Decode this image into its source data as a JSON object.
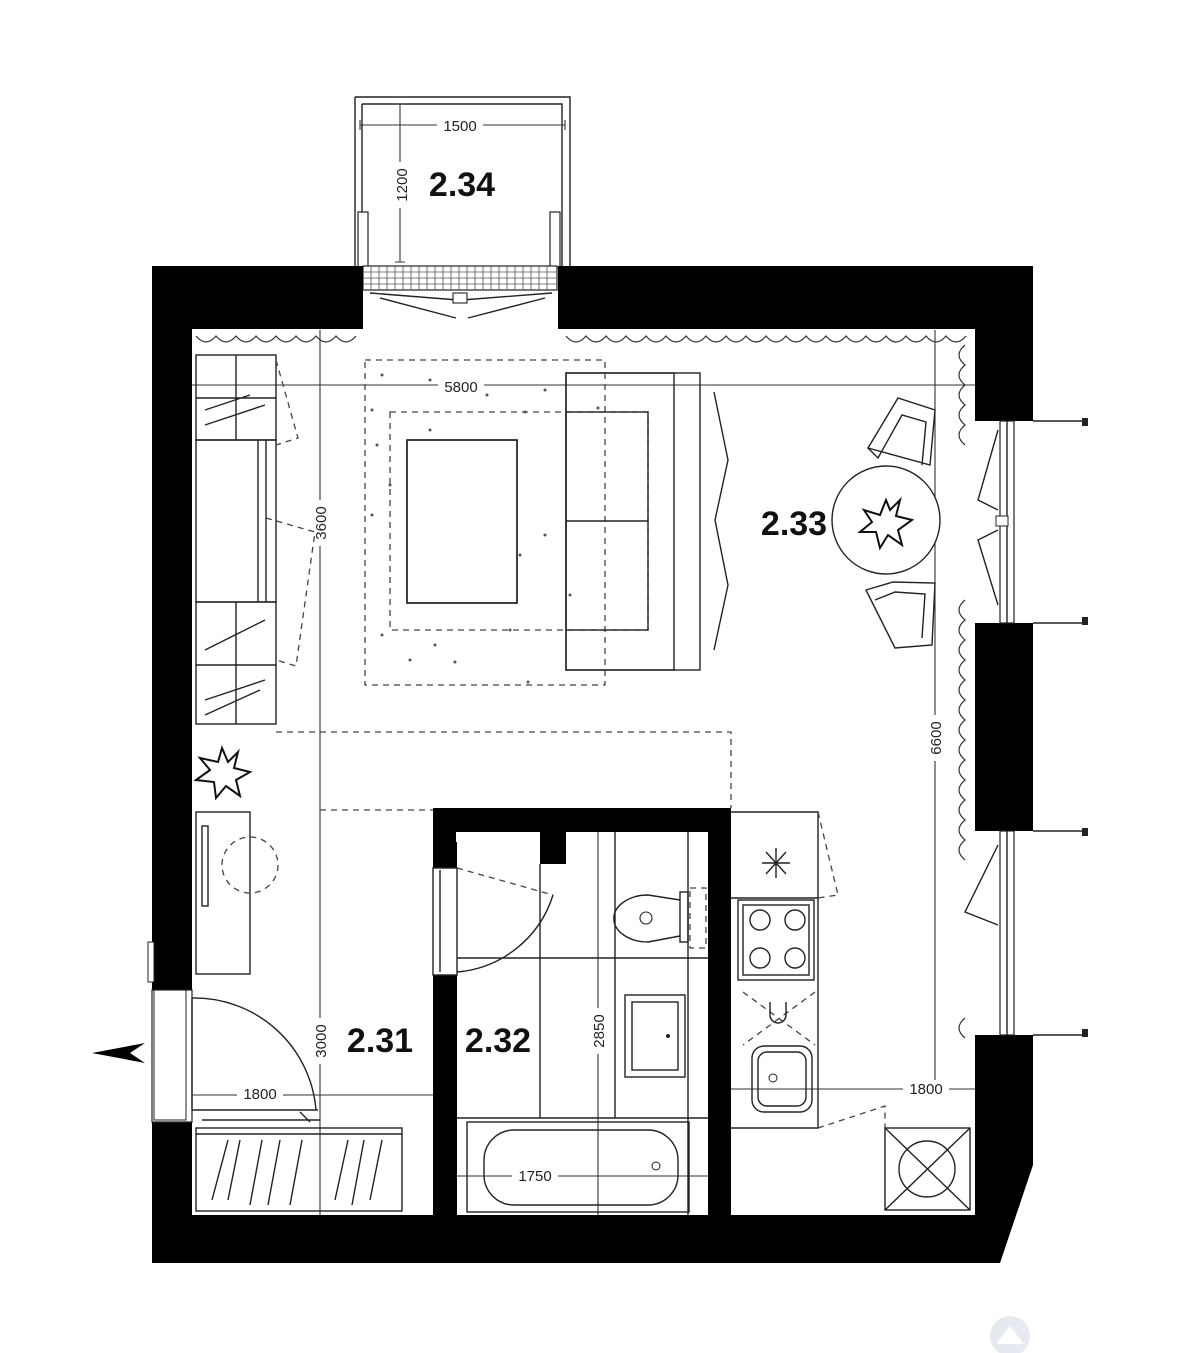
{
  "rooms": {
    "balcony": "2.34",
    "living": "2.33",
    "hall": "2.31",
    "bath": "2.32"
  },
  "dimensions": {
    "balcony_width": "1500",
    "balcony_depth": "1200",
    "living_width": "5800",
    "living_depth": "3600",
    "right_length": "6600",
    "hall_depth": "3000",
    "hall_width": "1800",
    "bath_depth": "2850",
    "bath_width": "1750",
    "kitchen_width": "1800"
  },
  "icons": {
    "entrance": "entrance-arrow-icon",
    "plant": "plant-icon",
    "ventilation": "ventilation-icon",
    "watermark": "logo-watermark-icon"
  },
  "colors": {
    "wall": "#000000",
    "line": "#222222",
    "background": "#ffffff"
  }
}
